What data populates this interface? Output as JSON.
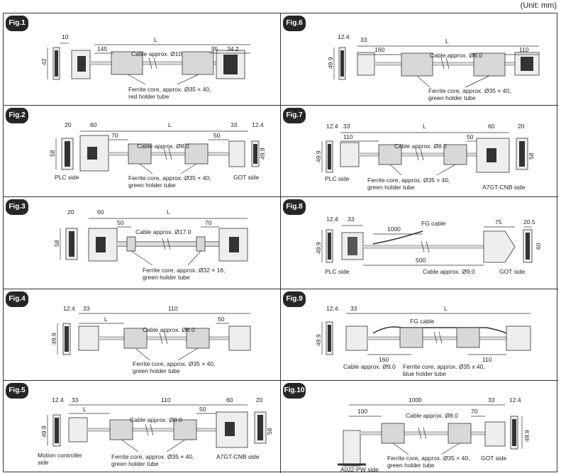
{
  "unit": "(Unit: mm)",
  "figs": {
    "f1": {
      "badge": "Fig.1",
      "d1": "10",
      "d2": "42",
      "d3": "145",
      "d4": "L",
      "d5": "95",
      "d6": "34.2",
      "cable": "Cable approx. Ø10",
      "core1": "Ferrite core, approx. Ø35 × 40,",
      "core2": "red holder tube"
    },
    "f2": {
      "badge": "Fig.2",
      "d1": "20",
      "d2": "58",
      "d3": "60",
      "d4": "70",
      "d5": "L",
      "d6": "50",
      "d7": "33",
      "d8": "12.4",
      "d9": "49.9",
      "cable": "Cable approx. Ø8.0",
      "core1": "Ferrite core, approx. Ø35 × 40,",
      "core2": "green holder tube",
      "s1": "PLC side",
      "s2": "GOT side"
    },
    "f3": {
      "badge": "Fig.3",
      "d1": "20",
      "d2": "58",
      "d3": "60",
      "d4": "L",
      "d5": "50",
      "d6": "70",
      "cable": "Cable approx. Ø17.0",
      "core1": "Ferrite core, approx. Ø32 × 16,",
      "core2": "green holder tube"
    },
    "f4": {
      "badge": "Fig.4",
      "d1": "12.4",
      "d2": "49.9",
      "d3": "33",
      "d4": "110",
      "d5": "L",
      "d6": "50",
      "cable": "Cable approx. Ø8.0",
      "core1": "Ferrite core, approx. Ø35 × 40,",
      "core2": "green holder tube"
    },
    "f5": {
      "badge": "Fig.5",
      "d1": "12.4",
      "d2": "49.9",
      "d3": "33",
      "d4": "110",
      "d5": "L",
      "d6": "50",
      "d7": "60",
      "d8": "20",
      "d9": "58",
      "cable": "Cable approx. Ø8.0",
      "core1": "Ferrite core, approx. Ø35 × 40,",
      "core2": "green holder tube",
      "s1": "Motion controller",
      "s1b": "side",
      "s2": "A7GT-CNB side"
    },
    "f6": {
      "badge": "Fig.6",
      "d1": "12.4",
      "d2": "49.9",
      "d3": "33",
      "d4": "L",
      "d5": "160",
      "d6": "110",
      "cable": "Cable approx. Ø8.0",
      "core1": "Ferrite core, approx. Ø35 × 40,",
      "core2": "green holder tube"
    },
    "f7": {
      "badge": "Fig.7",
      "d1": "12.4",
      "d2": "49.9",
      "d3": "33",
      "d4": "L",
      "d5": "110",
      "d6": "50",
      "d7": "60",
      "d8": "20",
      "d9": "58",
      "cable": "Cable approx. Ø8.0",
      "core1": "Ferrite core, approx. Ø35 × 40,",
      "core2": "green holder tube",
      "s1": "PLC side",
      "s2": "A7GT-CNB side"
    },
    "f8": {
      "badge": "Fig.8",
      "d1": "12.4",
      "d2": "49.9",
      "d3": "33",
      "d4": "1000",
      "d5": "75",
      "d6": "20.5",
      "d7": "60",
      "d8": "500",
      "fg": "FG cable",
      "cable": "Cable approx. Ø9.0",
      "s1": "PLC side",
      "s2": "GOT side"
    },
    "f9": {
      "badge": "Fig.9",
      "d1": "12.4",
      "d2": "49.9",
      "d3": "33",
      "d4": "L",
      "d5": "160",
      "d6": "110",
      "fg": "FG cable",
      "cable": "Cable approx. Ø9.0",
      "core1": "Ferrite core, approx. Ø35 x 40,",
      "core2": "blue holder tube"
    },
    "f10": {
      "badge": "Fig.10",
      "d1": "1000",
      "d2": "33",
      "d3": "12.4",
      "d4": "100",
      "d5": "70",
      "d6": "49.9",
      "cable": "Cable approx. Ø8.0",
      "core1": "Ferrite core, approx. Ø35 × 40,",
      "core2": "green holder tube",
      "s1": "A0J2-PW side",
      "s2": "GOT side"
    }
  }
}
